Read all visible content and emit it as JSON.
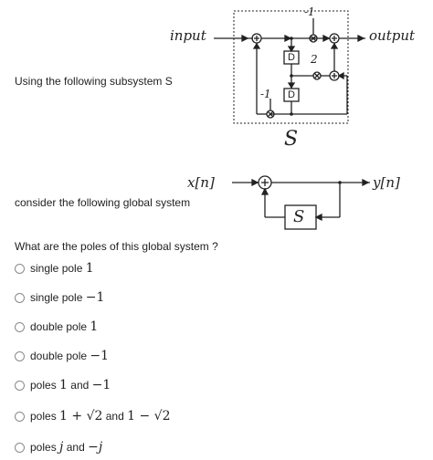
{
  "subsystem_diagram": {
    "input_label": "input",
    "output_label": "output",
    "gain_top": "-1",
    "gain_bottom": "-1",
    "gain_mid": "2",
    "delay_label": "D",
    "system_name": "S"
  },
  "intro_text": "Using the following subsystem S",
  "global_diagram": {
    "input_label": "x[n]",
    "output_label": "y[n]",
    "system_name": "S"
  },
  "consider_text": "consider the following global system",
  "question": "What are the poles of this global system ?",
  "options": [
    {
      "text": "single pole",
      "math": "1"
    },
    {
      "text": "single pole",
      "math": "−1"
    },
    {
      "text": "double pole",
      "math": "1"
    },
    {
      "text": "double pole",
      "math": "−1"
    },
    {
      "text_a": "poles",
      "math_a": "1",
      "text_b": "and",
      "math_b": "−1"
    },
    {
      "text_a": "poles",
      "math_a": "1 + √2",
      "text_b": "and",
      "math_b": "1 − √2"
    },
    {
      "text_a": "poles",
      "math_a": "j",
      "text_b": "and",
      "math_b": "−j"
    }
  ]
}
